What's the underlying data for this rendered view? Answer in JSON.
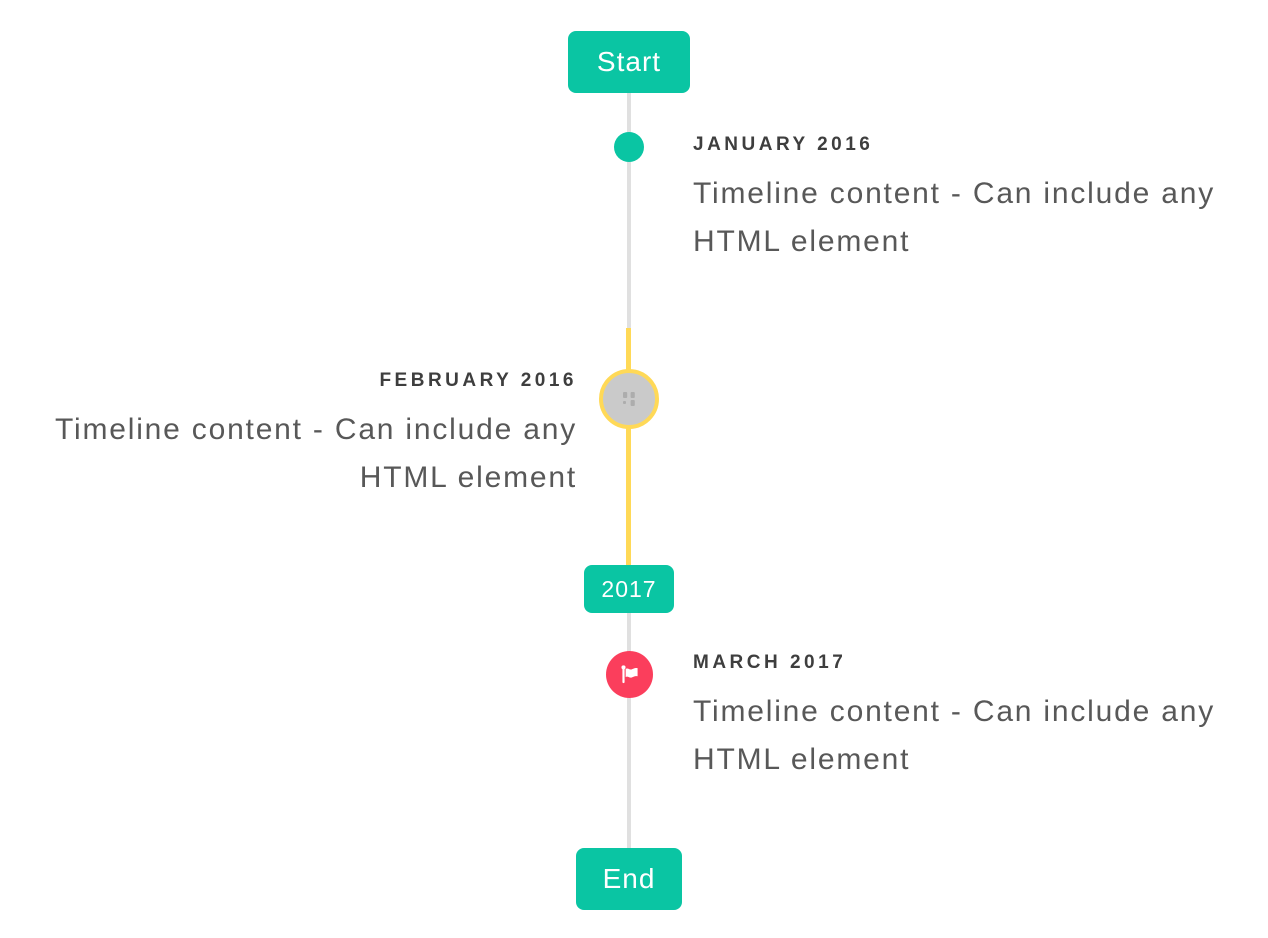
{
  "colors": {
    "accent_teal": "#0AC5A3",
    "highlight_yellow": "#FFD957",
    "marker_gray": "#CACACA",
    "flag_red": "#FB3E5C",
    "line_gray": "#E0E0E0",
    "heading_text": "#3E3E3E",
    "body_text": "#585858"
  },
  "timeline": {
    "start_label": "Start",
    "end_label": "End",
    "year_badge": "2017",
    "items": [
      {
        "id": "january-2016",
        "date": "JANUARY 2016",
        "content": "Timeline content - Can include any HTML element",
        "side": "right",
        "marker": "teal-dot"
      },
      {
        "id": "february-2016",
        "date": "FEBRUARY 2016",
        "content": "Timeline content - Can include any HTML element",
        "side": "left",
        "marker": "gray-image-placeholder-highlighted-yellow"
      },
      {
        "id": "march-2017",
        "date": "MARCH 2017",
        "content": "Timeline content - Can include any HTML element",
        "side": "right",
        "marker": "red-flag"
      }
    ]
  }
}
